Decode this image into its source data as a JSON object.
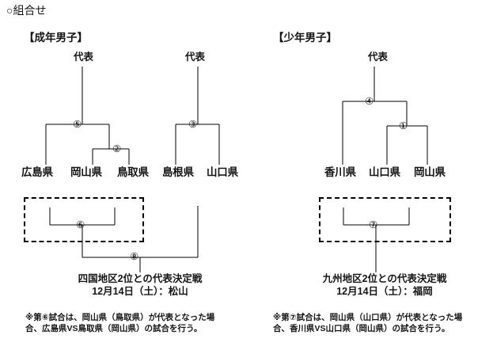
{
  "page": {
    "heading": "○組合せ",
    "bg_color": "#ffffff",
    "line_color": "#000000"
  },
  "sections": [
    {
      "id": "seinen-danshi",
      "title": "【成年男子】",
      "rep_labels": [
        {
          "text": "代表"
        },
        {
          "text": "代表"
        }
      ],
      "teams": [
        {
          "name": "広島県"
        },
        {
          "name": "岡山県"
        },
        {
          "name": "鳥取県"
        },
        {
          "name": "島根県"
        },
        {
          "name": "山口県"
        }
      ],
      "match_numbers": [
        {
          "label": "⑤"
        },
        {
          "label": "②"
        },
        {
          "label": "③"
        },
        {
          "label": "⑥"
        },
        {
          "label": "⑧"
        }
      ],
      "final_match": {
        "line1": "四国地区2位との代表決定戦",
        "line2": "12月14日（土）：松山"
      },
      "note": "※第⑥試合は、岡山県（鳥取県）が代表となった場合、広島県VS鳥取県（岡山県）の試合を行う。"
    },
    {
      "id": "shonen-danshi",
      "title": "【少年男子】",
      "rep_labels": [
        {
          "text": "代表"
        }
      ],
      "teams": [
        {
          "name": "香川県"
        },
        {
          "name": "山口県"
        },
        {
          "name": "岡山県"
        }
      ],
      "match_numbers": [
        {
          "label": "④"
        },
        {
          "label": "①"
        },
        {
          "label": "⑦"
        }
      ],
      "final_match": {
        "line1": "九州地区2位との代表決定戦",
        "line2": "12月14日（土）：福岡"
      },
      "note": "※第⑦試合は、岡山県（山口県）が代表となった場合、香川県VS山口県（岡山県）の試合を行う。"
    }
  ]
}
